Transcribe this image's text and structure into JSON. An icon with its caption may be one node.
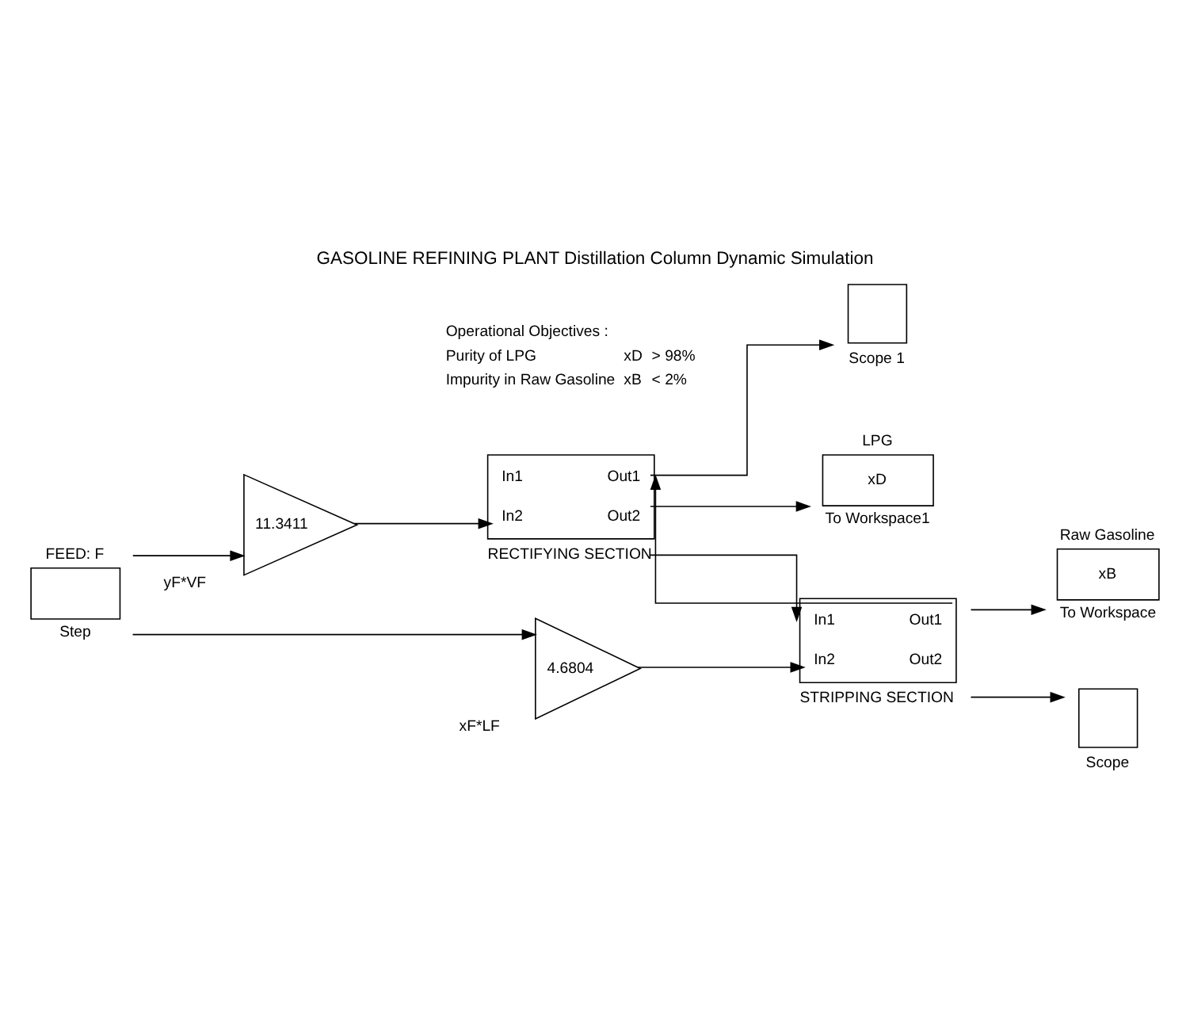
{
  "diagram": {
    "title": "GASOLINE REFINING PLANT Distillation Column Dynamic Simulation",
    "nodes": [
      {
        "text": [
          "FEED: F"
        ],
        "beside": [
          "Step"
        ]
      },
      {
        "text": [
          "11.3411"
        ],
        "beside": [
          "yF*VF"
        ]
      },
      {
        "text": [
          "4.6804"
        ],
        "beside": [
          "xF*LF"
        ]
      },
      {
        "text": [
          "In1",
          "Out1",
          "In2",
          "Out2"
        ],
        "beside": [
          "RECTIFYING SECTION"
        ]
      },
      {
        "text": [
          "In1",
          "Out1",
          "In2",
          "Out2"
        ],
        "beside": [
          "STRIPPING SECTION"
        ]
      },
      {
        "text": [
          "LPG",
          "xD"
        ],
        "beside": [
          "To Workspace1"
        ]
      },
      {
        "text": [],
        "shape": "box",
        "beside": [
          "Scope 1"
        ]
      },
      {
        "text": [
          "Raw Gasoline",
          "xB"
        ],
        "beside": [
          "To Workspace"
        ]
      },
      {
        "text": [],
        "shape": "box",
        "beside": [
          "Scope"
        ]
      }
    ],
    "edges": [
      {
        "from": 0,
        "to": 1,
        "arrow": "to"
      },
      {
        "from": 0,
        "to": 2,
        "arrow": "to"
      },
      {
        "from": 1,
        "to": 3,
        "arrow": "to"
      },
      {
        "from": 2,
        "to": 4,
        "arrow": "to"
      },
      {
        "from": 3,
        "to": 5,
        "arrow": "to"
      },
      {
        "from": 3,
        "to": 6,
        "arrow": "to"
      },
      {
        "from": 4,
        "to": 3,
        "arrow": "to"
      },
      {
        "from": 3,
        "to": 4,
        "arrow": "to"
      },
      {
        "from": 4,
        "to": 7,
        "arrow": "to"
      },
      {
        "from": 4,
        "to": 8,
        "arrow": "to"
      }
    ],
    "labels": [
      "Operational Objectives :",
      "Purity of LPG",
      "xD",
      "> 98%",
      "Impurity in Raw Gasoline",
      "xB",
      "< 2%"
    ]
  }
}
